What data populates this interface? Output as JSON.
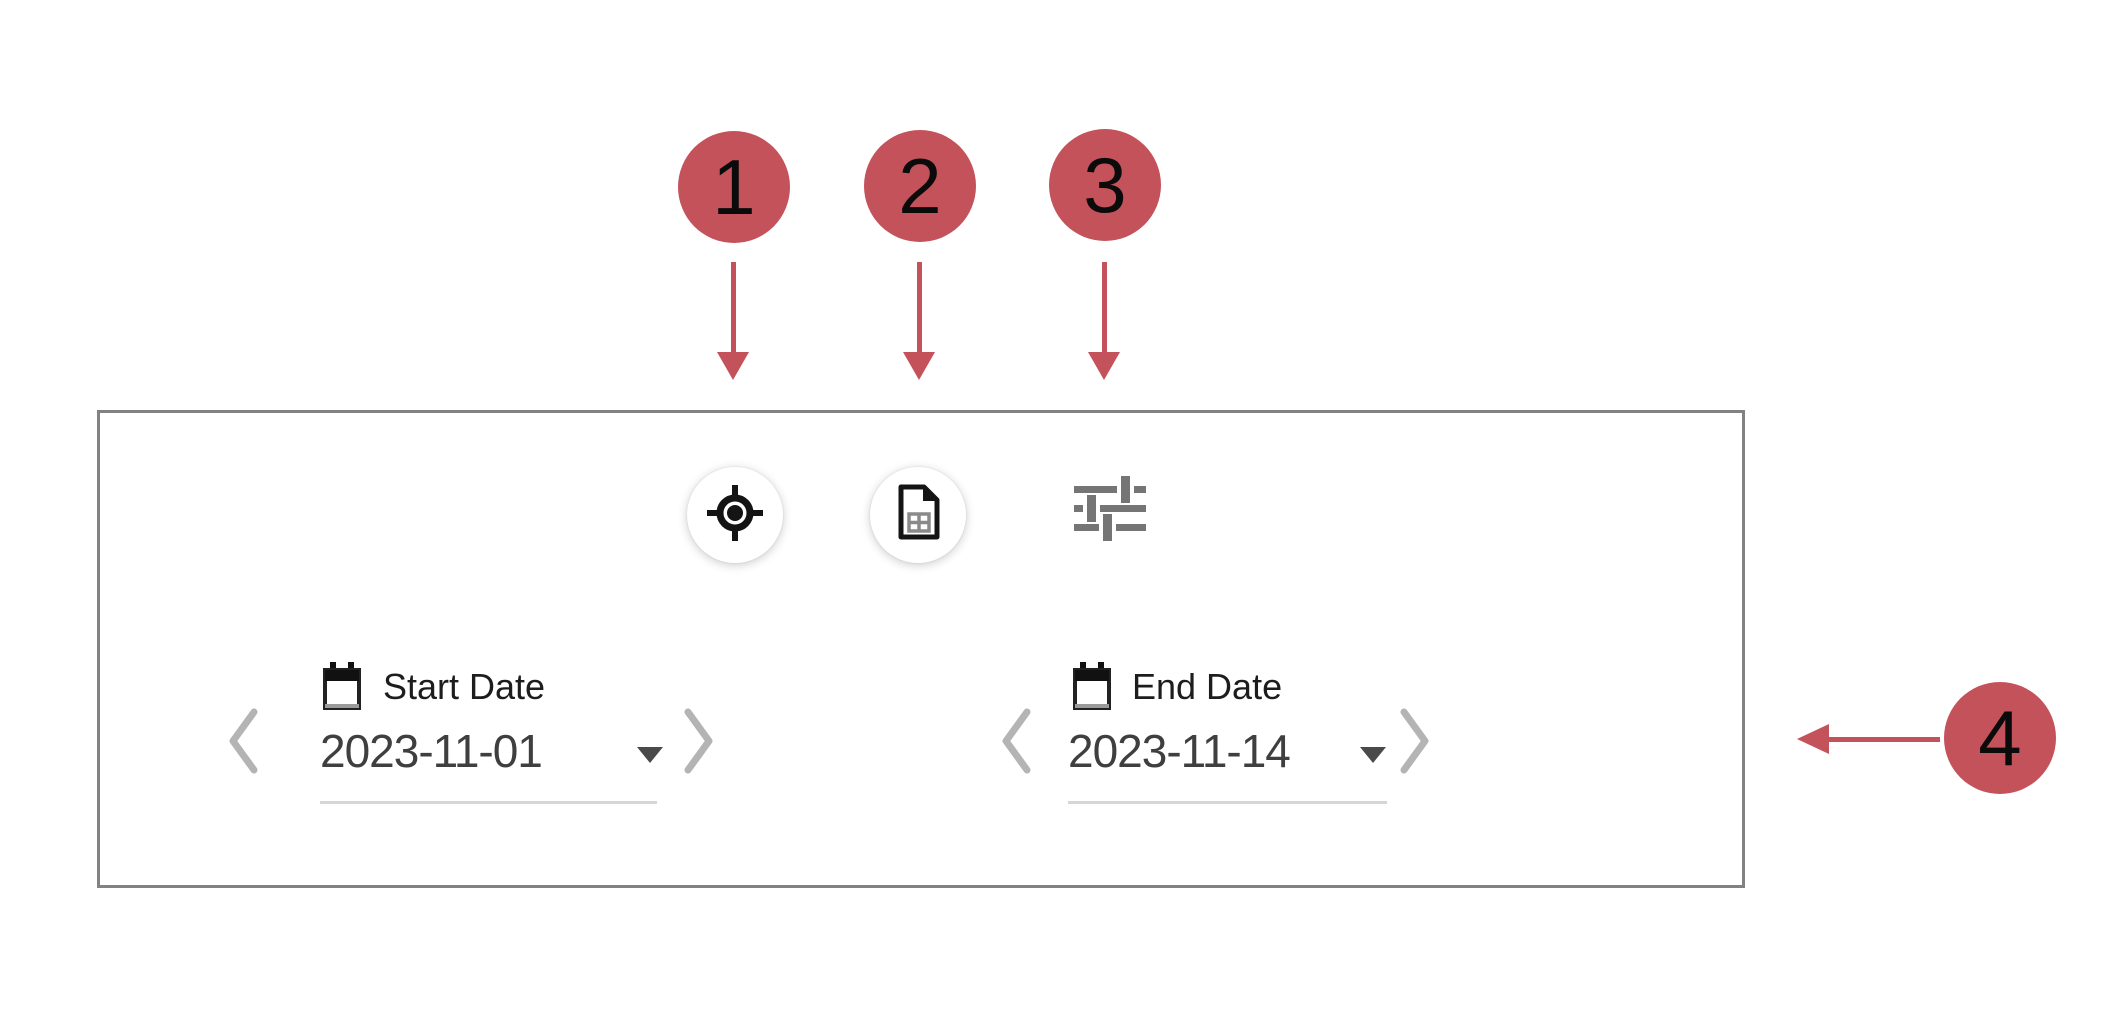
{
  "colors": {
    "accent_red": "#C4525A",
    "panel_border": "#828282",
    "chevron_gray": "#b4b4b4",
    "icon_gray": "#757575"
  },
  "annotations": {
    "markers": [
      {
        "label": "1"
      },
      {
        "label": "2"
      },
      {
        "label": "3"
      },
      {
        "label": "4"
      }
    ]
  },
  "toolbar": {
    "locate_icon": "crosshair-locate",
    "report_icon": "document-report",
    "tune_icon": "sliders-tune"
  },
  "date_filters": {
    "start": {
      "label": "Start Date",
      "value": "2023-11-01"
    },
    "end": {
      "label": "End Date",
      "value": "2023-11-14"
    }
  }
}
